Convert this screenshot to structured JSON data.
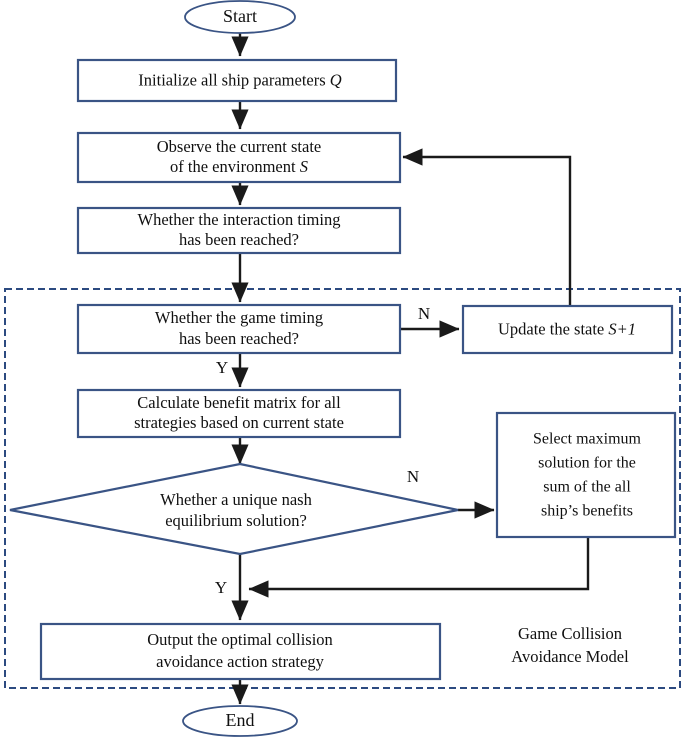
{
  "diagram": {
    "title": "Game Collision Avoidance Model Flowchart",
    "type": "flowchart",
    "colors": {
      "node_border": "#3a5485",
      "node_fill": "#ffffff",
      "connector": "#1a1a1a",
      "region_border": "#2c4a80",
      "text": "#101010",
      "background": "#ffffff"
    },
    "nodes": {
      "start": {
        "shape": "ellipse",
        "label": "Start"
      },
      "initialize": {
        "shape": "rectangle",
        "line1": "Initialize all ship parameters ",
        "line1_italic": "Q"
      },
      "observe": {
        "shape": "rectangle",
        "line1": "Observe the current state",
        "line2": "of the environment ",
        "line2_italic": "S"
      },
      "interaction_timing": {
        "shape": "rectangle",
        "line1": "Whether the  interaction timing",
        "line2": "has been reached?"
      },
      "game_timing": {
        "shape": "rectangle",
        "line1": "Whether the  game timing",
        "line2": "has been reached?"
      },
      "update_state": {
        "shape": "rectangle",
        "line1": "Update the state ",
        "line1_italic": "S+1"
      },
      "calculate_benefit": {
        "shape": "rectangle",
        "line1": "Calculate benefit matrix for all",
        "line2": "strategies based on  current state"
      },
      "nash_decision": {
        "shape": "diamond",
        "line1": "Whether a unique nash",
        "line2": "equilibrium solution?"
      },
      "select_maximum": {
        "shape": "rectangle",
        "line1": "Select maximum",
        "line2": "solution for the",
        "line3": "sum of the all",
        "line4": "ship’s benefits"
      },
      "output_strategy": {
        "shape": "rectangle",
        "line1": "Output the optimal collision",
        "line2": "avoidance action strategy"
      },
      "end": {
        "shape": "ellipse",
        "label": "End"
      }
    },
    "branch_labels": {
      "game_timing_no": "N",
      "game_timing_yes": "Y",
      "nash_no": "N",
      "nash_yes": "Y"
    },
    "region": {
      "style": "dashed",
      "label_line1": "Game Collision",
      "label_line2": "Avoidance Model"
    }
  }
}
